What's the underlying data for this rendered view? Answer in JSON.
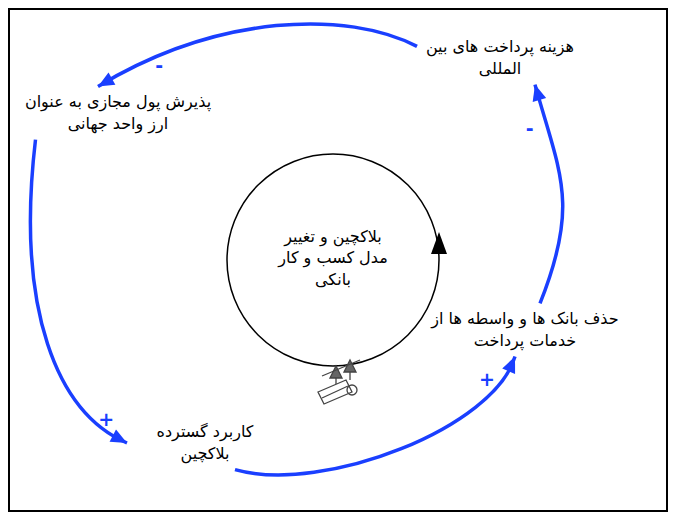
{
  "diagram": {
    "nodes": [
      {
        "text": [
          "هزینه پرداخت های بین المللی"
        ]
      },
      {
        "text": [
          "پذیرش پول مجازی به عنوان ارز واحد جهانی"
        ]
      },
      {
        "text": [
          "کاربرد گسترده بلاکچین"
        ]
      },
      {
        "text": [
          "حذف بانک ها و واسطه ها از خدمات پرداخت"
        ]
      }
    ],
    "edges": [
      {
        "from": 0,
        "to": 1,
        "label": "-",
        "arrow": "to"
      },
      {
        "from": 1,
        "to": 2,
        "label": "+",
        "arrow": "to"
      },
      {
        "from": 2,
        "to": 3,
        "label": "+",
        "arrow": "to"
      },
      {
        "from": 3,
        "to": 0,
        "label": "-",
        "arrow": "to"
      }
    ],
    "labels": [
      "بلاکچین و تغییر مدل کسب و کار بانکی"
    ]
  }
}
